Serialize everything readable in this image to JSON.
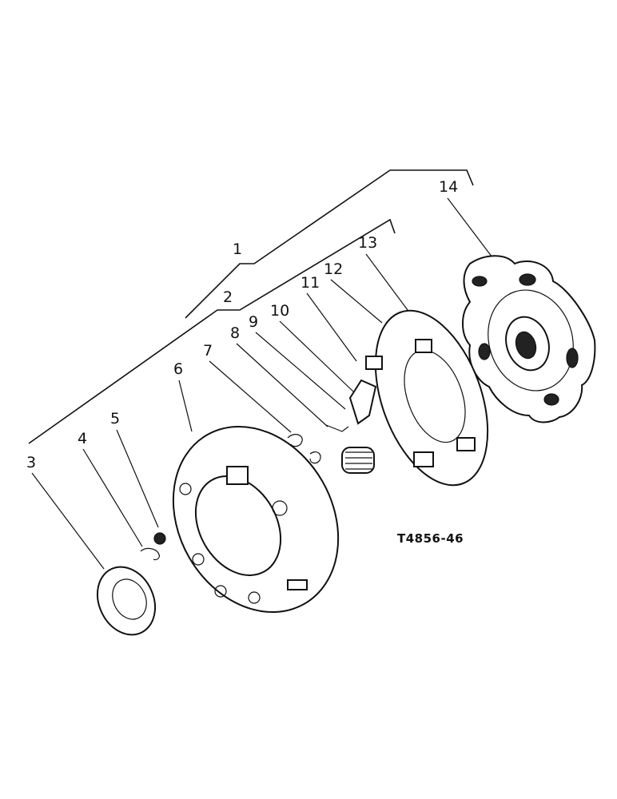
{
  "figure_code": "T4856-46",
  "callouts": [
    {
      "id": "c1",
      "text": "1"
    },
    {
      "id": "c2",
      "text": "2"
    },
    {
      "id": "c3",
      "text": "3"
    },
    {
      "id": "c4",
      "text": "4"
    },
    {
      "id": "c5",
      "text": "5"
    },
    {
      "id": "c6",
      "text": "6"
    },
    {
      "id": "c7",
      "text": "7"
    },
    {
      "id": "c8",
      "text": "8"
    },
    {
      "id": "c9",
      "text": "9"
    },
    {
      "id": "c10",
      "text": "10"
    },
    {
      "id": "c11",
      "text": "11"
    },
    {
      "id": "c12",
      "text": "12"
    },
    {
      "id": "c13",
      "text": "13"
    },
    {
      "id": "c14",
      "text": "14"
    }
  ]
}
